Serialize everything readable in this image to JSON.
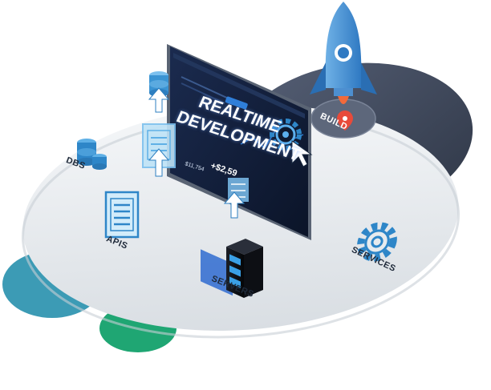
{
  "headline": {
    "line1": "REALTIME",
    "line2": "DEVELOPMENT"
  },
  "labels": {
    "dbs": "DBS",
    "apis": "APIS",
    "servers": "SERVERS",
    "services": "SERVICES",
    "build": "BUILD"
  },
  "screen": {
    "stat_small": "$11,754",
    "stat_big": "+$2,59"
  },
  "colors": {
    "platform_light": "#e7ebee",
    "platform_dark": "#3d4658",
    "accent_blue": "#2f7ed8",
    "icon_blue": "#2e86c8",
    "teal_disc": "#3c9bb5",
    "green_disc": "#1fa673",
    "screen_bg": "#101b33"
  },
  "icons": [
    "rocket-icon",
    "gear-icon",
    "database-icon",
    "document-icon",
    "server-icon",
    "cursor-arrow-icon",
    "map-pin-icon"
  ]
}
